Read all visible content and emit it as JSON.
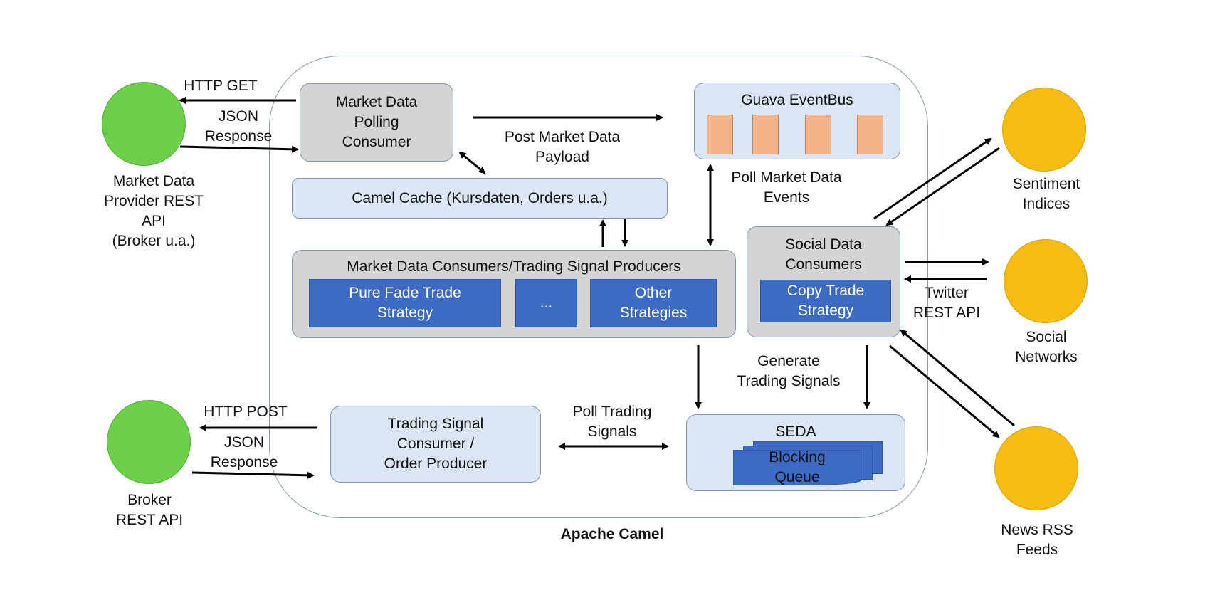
{
  "external": {
    "market_provider": "Market Data\nProvider  REST\nAPI\n(Broker u.a.)",
    "broker": "Broker\nREST API",
    "sentiment": "Sentiment\nIndices",
    "social": "Social\nNetworks",
    "news": "News RSS\nFeeds"
  },
  "camel": {
    "title": "Apache Camel",
    "polling_consumer": "Market Data\nPolling\nConsumer",
    "event_bus": "Guava EventBus",
    "cache": "Camel Cache (Kursdaten, Orders u.a.)",
    "consumers_title": "Market Data Consumers/Trading Signal Producers",
    "strategies": {
      "pure_fade": "Pure Fade Trade\nStrategy",
      "ellipsis": "...",
      "other": "Other\nStrategies"
    },
    "social_consumers_title": "Social Data\nConsumers",
    "copy_trade": "Copy Trade\nStrategy",
    "signal_consumer": "Trading Signal\nConsumer /\nOrder Producer",
    "seda_title": "SEDA",
    "blocking_queue": "Blocking\nQueue"
  },
  "labels": {
    "http_get": "HTTP GET",
    "json_response_top": "JSON\nResponse",
    "post_market_data": "Post Market Data\nPayload",
    "poll_market_events": "Poll Market Data\nEvents",
    "twitter_api": "Twitter\nREST API",
    "generate_signals": "Generate\nTrading Signals",
    "poll_trading_signals": "Poll Trading\nSignals",
    "http_post": "HTTP POST",
    "json_response_bottom": "JSON\nResponse"
  },
  "colors": {
    "provider_circle": "#6ccf4a",
    "source_circle": "#f5bd12",
    "strategy_box": "#3d6bc4",
    "container_box": "#d4d4d4",
    "light_box": "#dbe5f3"
  }
}
